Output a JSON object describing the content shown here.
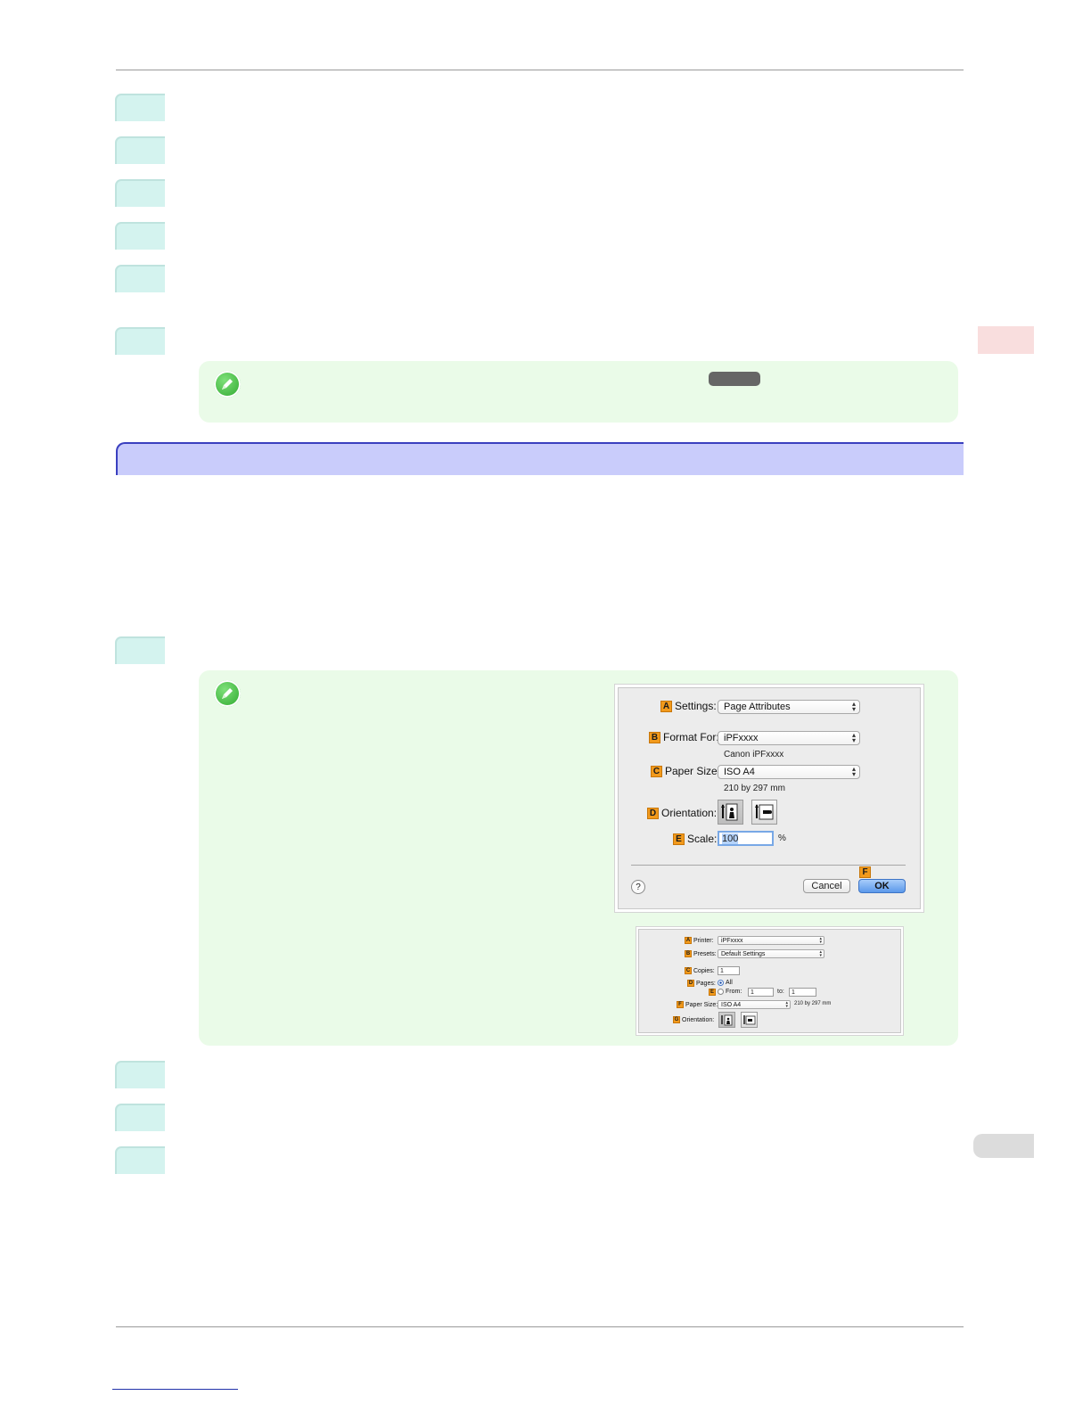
{
  "page": {
    "side_tab_color": "#f9dede",
    "section_bar_color": "#c9ccfb"
  },
  "dialog_page_setup": {
    "settings_label": "Settings:",
    "settings_value": "Page Attributes",
    "format_for_label": "Format For:",
    "format_for_value": "iPFxxxx",
    "format_for_sub": "Canon iPFxxxx",
    "paper_size_label": "Paper Size:",
    "paper_size_value": "ISO A4",
    "paper_size_sub": "210 by 297 mm",
    "orientation_label": "Orientation:",
    "scale_label": "Scale:",
    "scale_value": "100",
    "scale_unit": "%",
    "help_label": "?",
    "cancel_label": "Cancel",
    "ok_label": "OK",
    "markers": [
      "A",
      "B",
      "C",
      "D",
      "E",
      "F"
    ]
  },
  "dialog_print": {
    "printer_label": "Printer:",
    "printer_value": "iPFxxxx",
    "presets_label": "Presets:",
    "presets_value": "Default Settings",
    "copies_label": "Copies:",
    "copies_value": "1",
    "pages_label": "Pages:",
    "pages_all_label": "All",
    "pages_from_label": "From:",
    "pages_from_value": "1",
    "pages_to_label": "to:",
    "pages_to_value": "1",
    "paper_size_label": "Paper Size:",
    "paper_size_value": "ISO A4",
    "paper_size_sub": "210 by 297 mm",
    "orientation_label": "Orientation:",
    "markers": [
      "A",
      "B",
      "C",
      "D",
      "E",
      "F",
      "G"
    ]
  }
}
